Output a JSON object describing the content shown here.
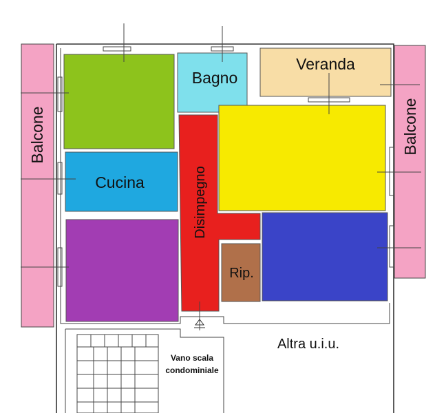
{
  "rooms": {
    "balcone_left": {
      "label": "Balcone",
      "color": "#f4a3c4"
    },
    "balcone_right": {
      "label": "Balcone",
      "color": "#f4a3c4"
    },
    "room_green": {
      "label": "",
      "color": "#8dc31c"
    },
    "cucina": {
      "label": "Cucina",
      "color": "#1fa8e0"
    },
    "room_purple": {
      "label": "",
      "color": "#a23db3"
    },
    "bagno": {
      "label": "Bagno",
      "color": "#7fe0ec"
    },
    "veranda": {
      "label": "Veranda",
      "color": "#f8dda6"
    },
    "room_yellow": {
      "label": "",
      "color": "#f7ea00"
    },
    "disimpegno": {
      "label": "Disimpegno",
      "color": "#e8201e"
    },
    "rip": {
      "label": "Rip.",
      "color": "#b0704a"
    },
    "room_blue": {
      "label": "",
      "color": "#3a44c8"
    }
  },
  "stair": {
    "line1": "Vano scala",
    "line2": "condominiale"
  },
  "other_unit": {
    "label": "Altra u.i.u."
  }
}
